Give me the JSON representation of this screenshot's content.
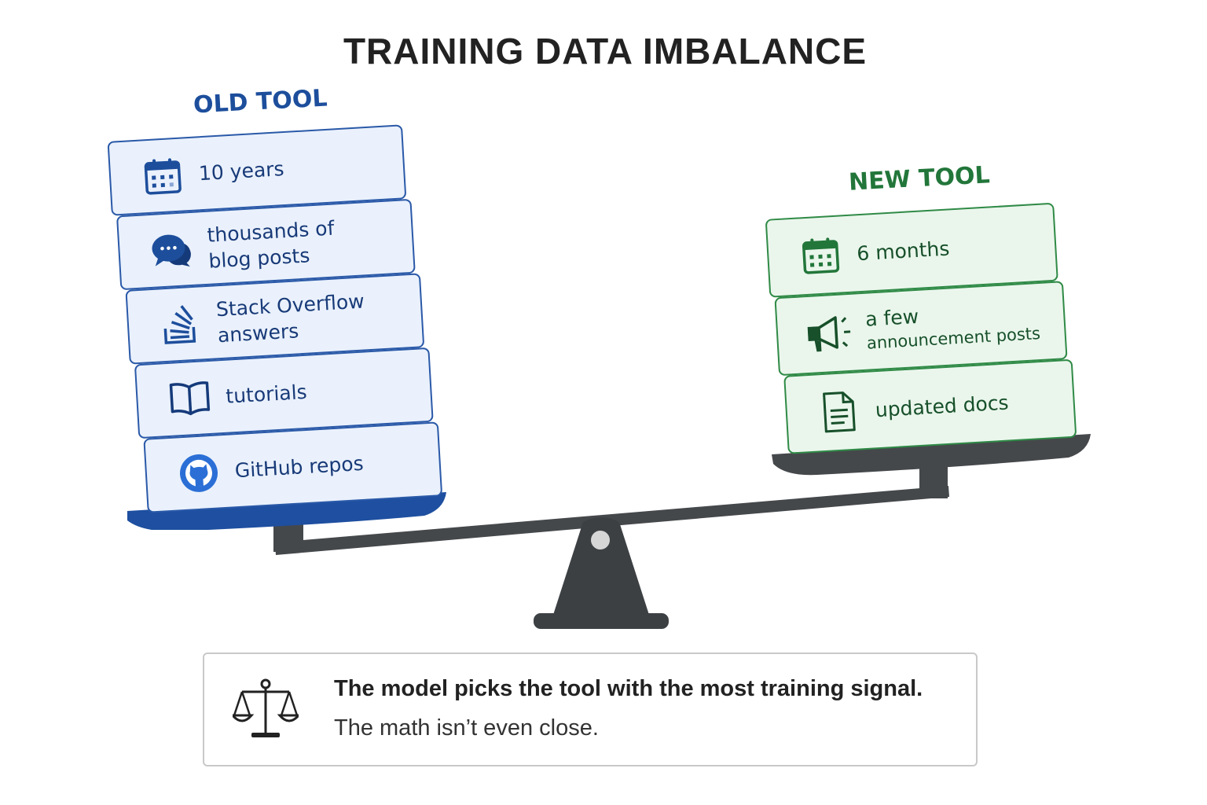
{
  "title": "TRAINING DATA IMBALANCE",
  "old_tool": {
    "label": "OLD TOOL",
    "color": "#1d4e9c",
    "items": [
      {
        "icon": "calendar-icon",
        "line1": "10 years",
        "line2": ""
      },
      {
        "icon": "chat-bubbles-icon",
        "line1": "thousands of",
        "line2": "blog posts"
      },
      {
        "icon": "stack-overflow-icon",
        "line1": "Stack Overflow",
        "line2": "answers"
      },
      {
        "icon": "book-icon",
        "line1": "tutorials",
        "line2": ""
      },
      {
        "icon": "github-icon",
        "line1": "GitHub repos",
        "line2": ""
      }
    ]
  },
  "new_tool": {
    "label": "NEW TOOL",
    "color": "#22763a",
    "items": [
      {
        "icon": "calendar-icon",
        "line1": "6 months",
        "line2": ""
      },
      {
        "icon": "megaphone-icon",
        "line1": "a few",
        "line2": "announcement posts"
      },
      {
        "icon": "document-icon",
        "line1": "updated docs",
        "line2": ""
      }
    ]
  },
  "caption": {
    "icon": "balance-scale-icon",
    "main": "The model picks the tool with the most training signal.",
    "sub": "The math isn’t even close."
  }
}
